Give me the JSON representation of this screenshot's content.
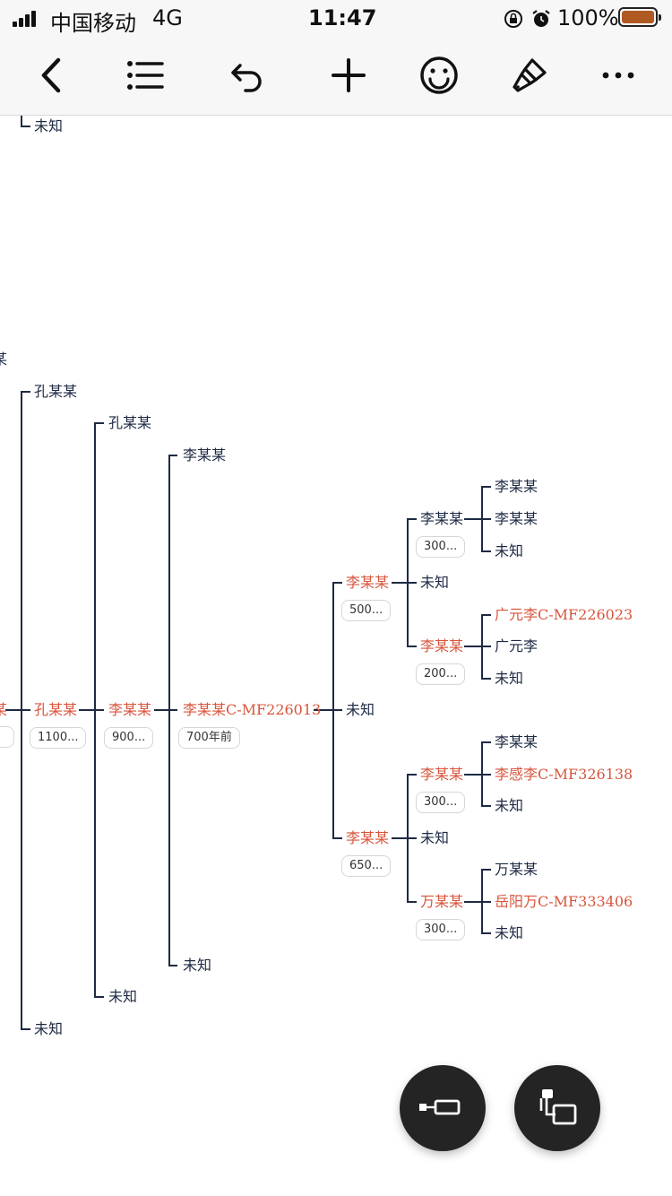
{
  "status": {
    "carrier": "中国移动",
    "network": "4G",
    "time": "11:47",
    "battery": "100%",
    "battery_color": "#b05a23"
  },
  "toolbar": {
    "icons": [
      "back-icon",
      "list-icon",
      "undo-icon",
      "add-icon",
      "emoji-icon",
      "paint-brush-icon",
      "more-icon"
    ]
  },
  "tree": {
    "top_leaf": "未知",
    "root_left": "某",
    "kong1": {
      "name": "孔某某",
      "age": "1100...",
      "parent_top": "孔某某",
      "parent_bottom": "未知"
    },
    "li1": {
      "name": "李某某",
      "age": "900...",
      "parent_top": "孔某某",
      "parent_bottom": "未知"
    },
    "li2": {
      "name": "李某某C-MF226013",
      "age": "700年前",
      "parent_top": "李某某",
      "parent_bottom": "未知"
    },
    "li2_mid": "未知",
    "a1": {
      "name": "李某某",
      "age": "500...",
      "mid": "未知"
    },
    "a1_top": {
      "name": "李某某",
      "age": "300...",
      "c1": "李某某",
      "c2": "李某某",
      "c3": "未知"
    },
    "a1_bot": {
      "name": "李某某",
      "age": "200...",
      "c1": "广元李C-MF226023",
      "c2": "广元李",
      "c3": "未知"
    },
    "b1": {
      "name": "李某某",
      "age": "650...",
      "mid": "未知"
    },
    "b1_top": {
      "name": "李某某",
      "age": "300...",
      "c1": "李某某",
      "c2": "李感李C-MF326138",
      "c3": "未知"
    },
    "b1_bot": {
      "name": "万某某",
      "age": "300...",
      "c1": "万某某",
      "c2": "岳阳万C-MF333406",
      "c3": "未知"
    }
  },
  "fabs": {
    "left": "layout-horizontal-icon",
    "right": "layout-vertical-icon"
  }
}
